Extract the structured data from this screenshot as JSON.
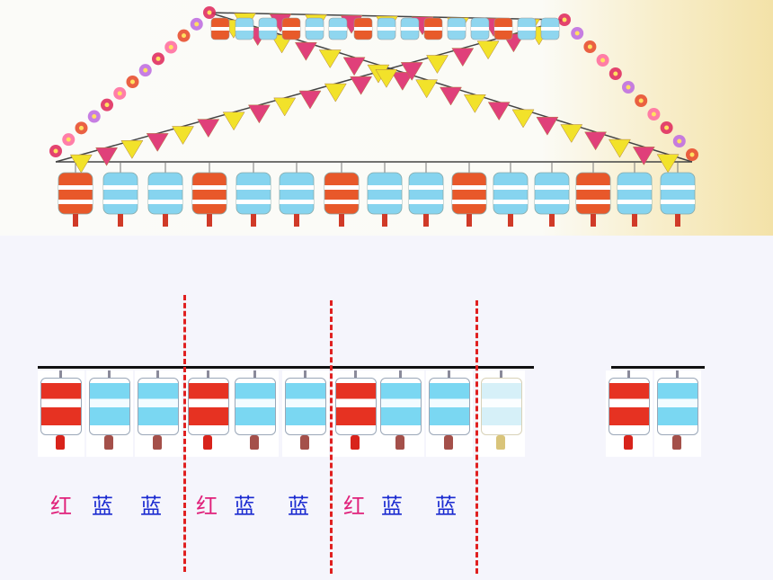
{
  "pattern": {
    "groups": [
      {
        "labels": [
          "红",
          "蓝",
          "蓝"
        ]
      },
      {
        "labels": [
          "红",
          "蓝",
          "蓝"
        ]
      },
      {
        "labels": [
          "红",
          "蓝",
          "蓝"
        ]
      }
    ]
  },
  "colors": {
    "red_label": "#e0207a",
    "blue_label": "#1a2ad0",
    "divider": "#e02020",
    "lantern_red": "#e63222",
    "lantern_blue": "#7ad7f2"
  },
  "icons": {
    "banner": "decorated-lantern-garland-illustration",
    "lantern_red": "red-lantern-icon",
    "lantern_blue": "blue-lantern-icon"
  }
}
